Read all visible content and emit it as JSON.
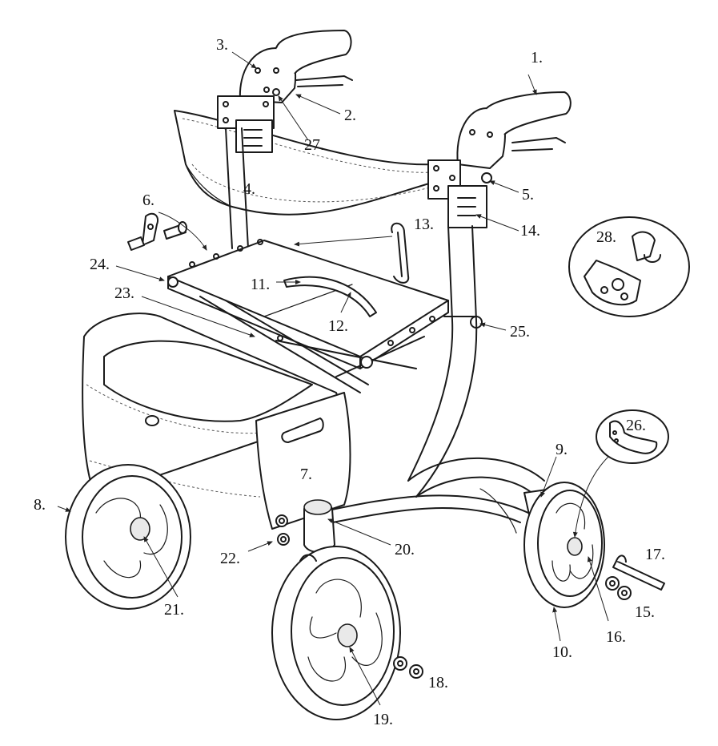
{
  "labels": [
    {
      "id": "1",
      "text": "1."
    },
    {
      "id": "2",
      "text": "2."
    },
    {
      "id": "3",
      "text": "3."
    },
    {
      "id": "4",
      "text": "4."
    },
    {
      "id": "5",
      "text": "5."
    },
    {
      "id": "6",
      "text": "6."
    },
    {
      "id": "7",
      "text": "7."
    },
    {
      "id": "8",
      "text": "8."
    },
    {
      "id": "9",
      "text": "9."
    },
    {
      "id": "10",
      "text": "10."
    },
    {
      "id": "11",
      "text": "11."
    },
    {
      "id": "12",
      "text": "12."
    },
    {
      "id": "13",
      "text": "13."
    },
    {
      "id": "14",
      "text": "14."
    },
    {
      "id": "15",
      "text": "15."
    },
    {
      "id": "16",
      "text": "16."
    },
    {
      "id": "17",
      "text": "17."
    },
    {
      "id": "18",
      "text": "18."
    },
    {
      "id": "19",
      "text": "19."
    },
    {
      "id": "20",
      "text": "20."
    },
    {
      "id": "21",
      "text": "21."
    },
    {
      "id": "22",
      "text": "22."
    },
    {
      "id": "23",
      "text": "23."
    },
    {
      "id": "24",
      "text": "24."
    },
    {
      "id": "25",
      "text": "25."
    },
    {
      "id": "26",
      "text": "26."
    },
    {
      "id": "27",
      "text": "27."
    },
    {
      "id": "28",
      "text": "28."
    }
  ]
}
